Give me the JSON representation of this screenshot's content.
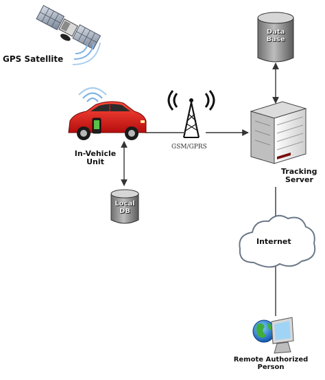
{
  "labels": {
    "gps_satellite": "GPS Satellite",
    "in_vehicle_line1": "In-Vehicle",
    "in_vehicle_line2": "Unit",
    "gsm_gprs": "GSM/GPRS",
    "data_base_line1": "Data",
    "data_base_line2": "Base",
    "tracking_line1": "Tracking",
    "tracking_line2": "Server",
    "local_db_line1": "Local",
    "local_db_line2": "DB",
    "internet": "Internet",
    "remote_line1": "Remote Authorized",
    "remote_line2": "Person"
  },
  "colors": {
    "car_body": "#e01b1b",
    "server_body": "#efefef",
    "server_stripe": "#7a1010",
    "cylinder": "#9a9a9a",
    "cloud": "#ffffff",
    "connector": "#333333"
  },
  "icons": [
    "satellite-icon",
    "car-icon",
    "phone-icon",
    "wireless-waves-icon",
    "antenna-tower-icon",
    "database-icon",
    "server-icon",
    "cloud-icon",
    "globe-icon",
    "monitor-icon"
  ]
}
